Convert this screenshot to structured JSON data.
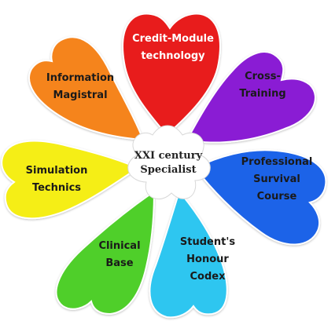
{
  "center": {
    "lines": [
      "XXI century",
      "Specialist"
    ]
  },
  "petals": [
    {
      "lines": [
        "Credit-Module",
        "technology"
      ],
      "color": "#e81f1f",
      "text": "light"
    },
    {
      "lines": [
        "Cross-",
        "Training"
      ],
      "color": "#8a1fd4",
      "text": "dark"
    },
    {
      "lines": [
        "Professional",
        "Survival",
        "Course"
      ],
      "color": "#1f63e8",
      "text": "dark"
    },
    {
      "lines": [
        "Student's",
        "Honour",
        "Codex"
      ],
      "color": "#2fc6f0",
      "text": "dark"
    },
    {
      "lines": [
        "Clinical",
        "Base"
      ],
      "color": "#4fcf2a",
      "text": "dark"
    },
    {
      "lines": [
        "Simulation",
        "Technics"
      ],
      "color": "#f5ee17",
      "text": "dark"
    },
    {
      "lines": [
        "Information",
        "Magistral"
      ],
      "color": "#f5841f",
      "text": "dark"
    }
  ]
}
